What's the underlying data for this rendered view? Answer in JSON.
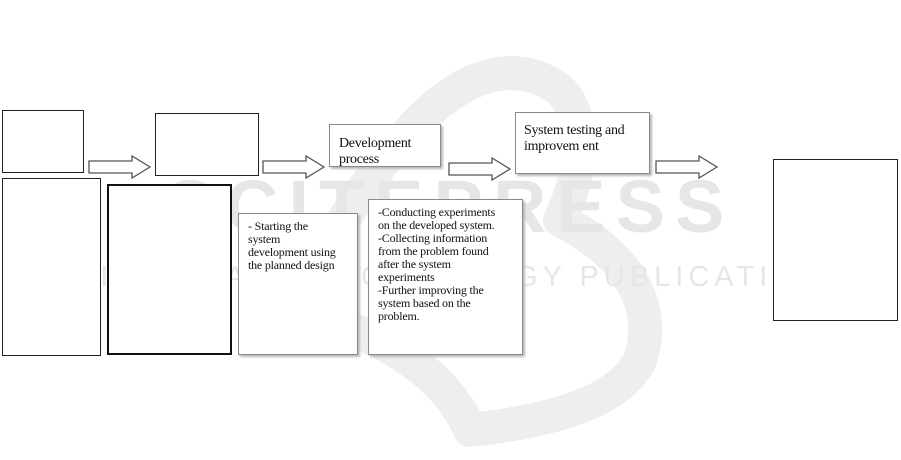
{
  "watermark": {
    "brand": "SCITEPRESS",
    "tagline": "SCIENCE AND TECHNOLOGY PUBLICATIONS",
    "color": "#e6e6e6"
  },
  "steps": [
    {
      "title": "",
      "description": ""
    },
    {
      "title": "",
      "description": ""
    },
    {
      "title": "Development process",
      "description": "- Starting the\nsystem\ndevelopment using\nthe planned design"
    },
    {
      "title": "System testing and\nimprovem ent",
      "description": "-Conducting experiments\non the developed system.\n-Collecting information\nfrom the problem found\nafter the system\nexperiments\n-Further improving the\nsystem based on the\nproblem."
    },
    {
      "title": "",
      "description": ""
    }
  ],
  "colors": {
    "border": "#222222",
    "arrow_outline": "#555555",
    "shadow_border": "#8a8a8a"
  }
}
